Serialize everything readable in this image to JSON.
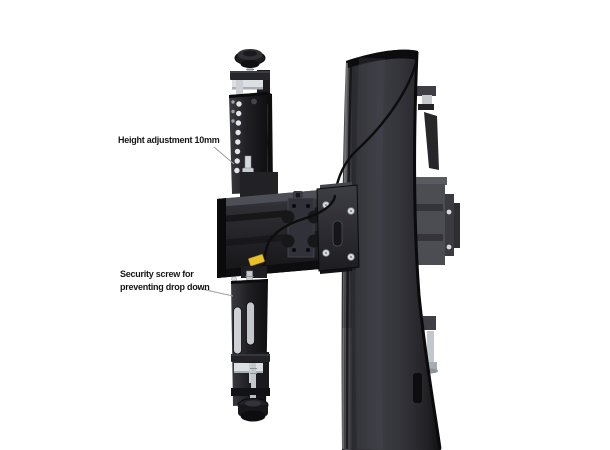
{
  "page": {
    "background": "#ffffff"
  },
  "annotations": {
    "height_adjustment": {
      "text": "Height adjustment 10mm"
    },
    "security_screw": {
      "line1": "Security screw for",
      "line2": "preventing drop down"
    }
  },
  "colors": {
    "label_text": "#161616",
    "leader_line": "#9aa0a4",
    "metal_silver": "#d7dadd",
    "cable_tag_yellow": "#e8c227",
    "bracket_black": "#1d1d21",
    "pole_gray": "#333338"
  }
}
